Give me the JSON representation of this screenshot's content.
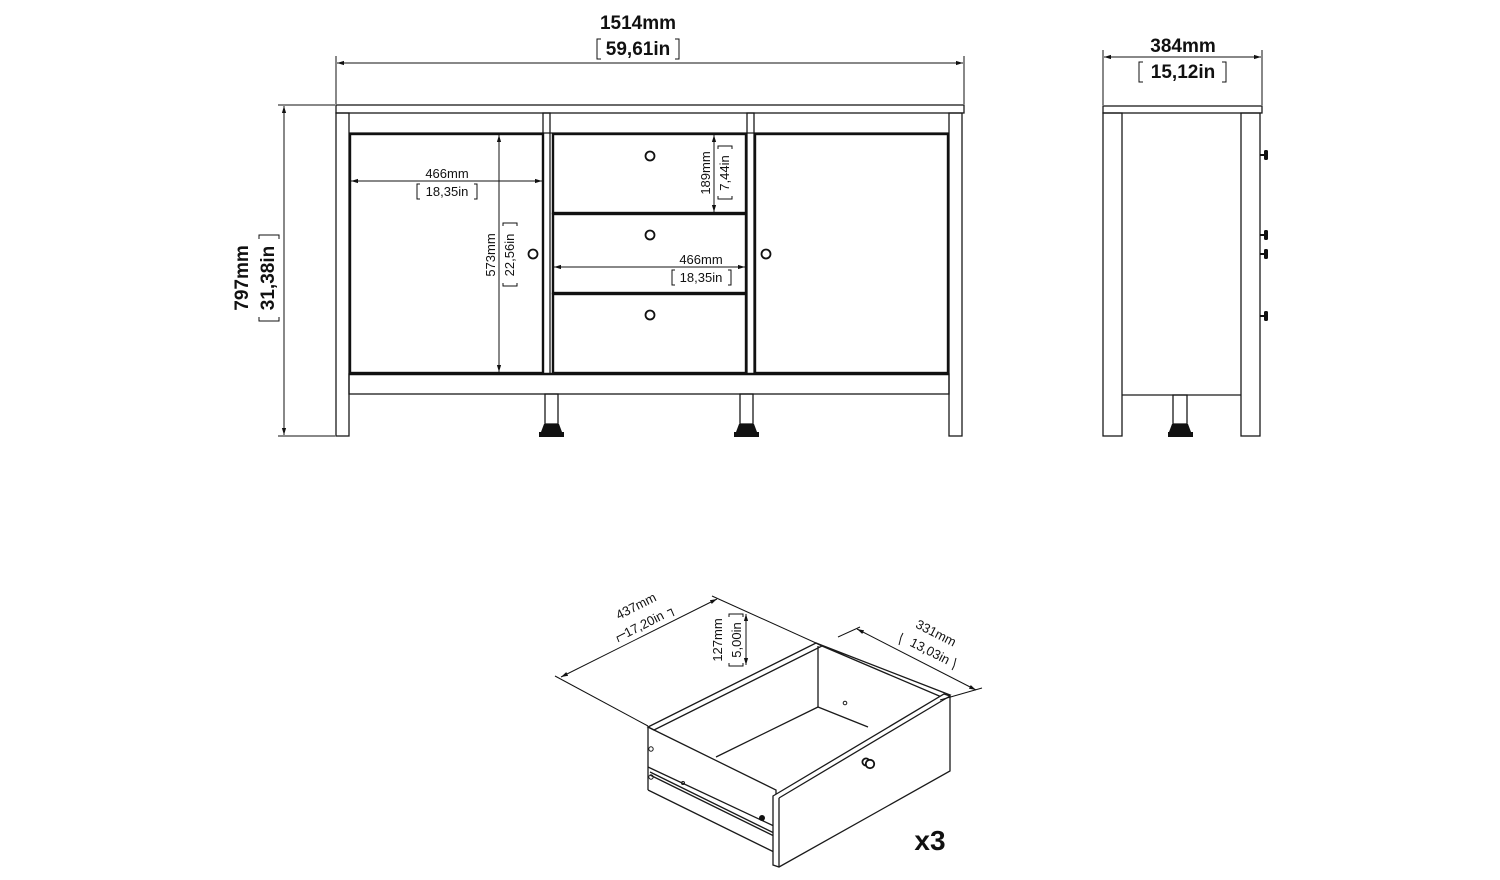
{
  "front_view": {
    "width": {
      "mm": "1514mm",
      "in": "59,61in"
    },
    "height": {
      "mm": "797mm",
      "in": "31,38in"
    },
    "door_width": {
      "mm": "466mm",
      "in": "18,35in"
    },
    "door_height": {
      "mm": "573mm",
      "in": "22,56in"
    },
    "drawer_height": {
      "mm": "189mm",
      "in": "7,44in"
    },
    "drawer_width": {
      "mm": "466mm",
      "in": "18,35in"
    }
  },
  "side_view": {
    "depth": {
      "mm": "384mm",
      "in": "15,12in"
    }
  },
  "drawer_detail": {
    "length": {
      "mm": "437mm",
      "in": "17,20in"
    },
    "height": {
      "mm": "127mm",
      "in": "5,00in"
    },
    "width": {
      "mm": "331mm",
      "in": "13,03in"
    },
    "quantity": "x3"
  },
  "colors": {
    "line": "#111111",
    "background": "#ffffff"
  }
}
